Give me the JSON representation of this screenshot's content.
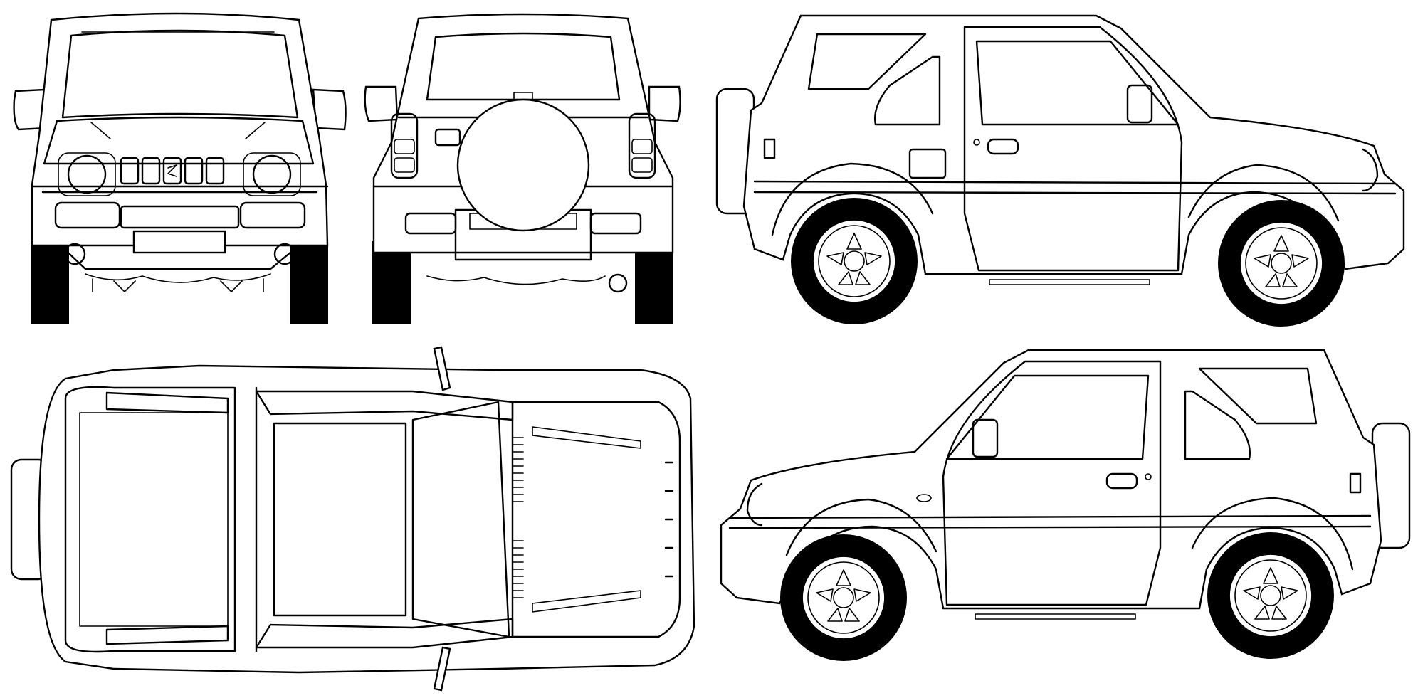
{
  "drawing": {
    "views": [
      {
        "id": "front",
        "name": "front-view"
      },
      {
        "id": "rear",
        "name": "rear-view"
      },
      {
        "id": "side_right",
        "name": "right-side-view"
      },
      {
        "id": "top",
        "name": "top-view"
      },
      {
        "id": "side_left",
        "name": "left-side-view"
      }
    ],
    "line_color": "#000000",
    "background_color": "#ffffff"
  }
}
